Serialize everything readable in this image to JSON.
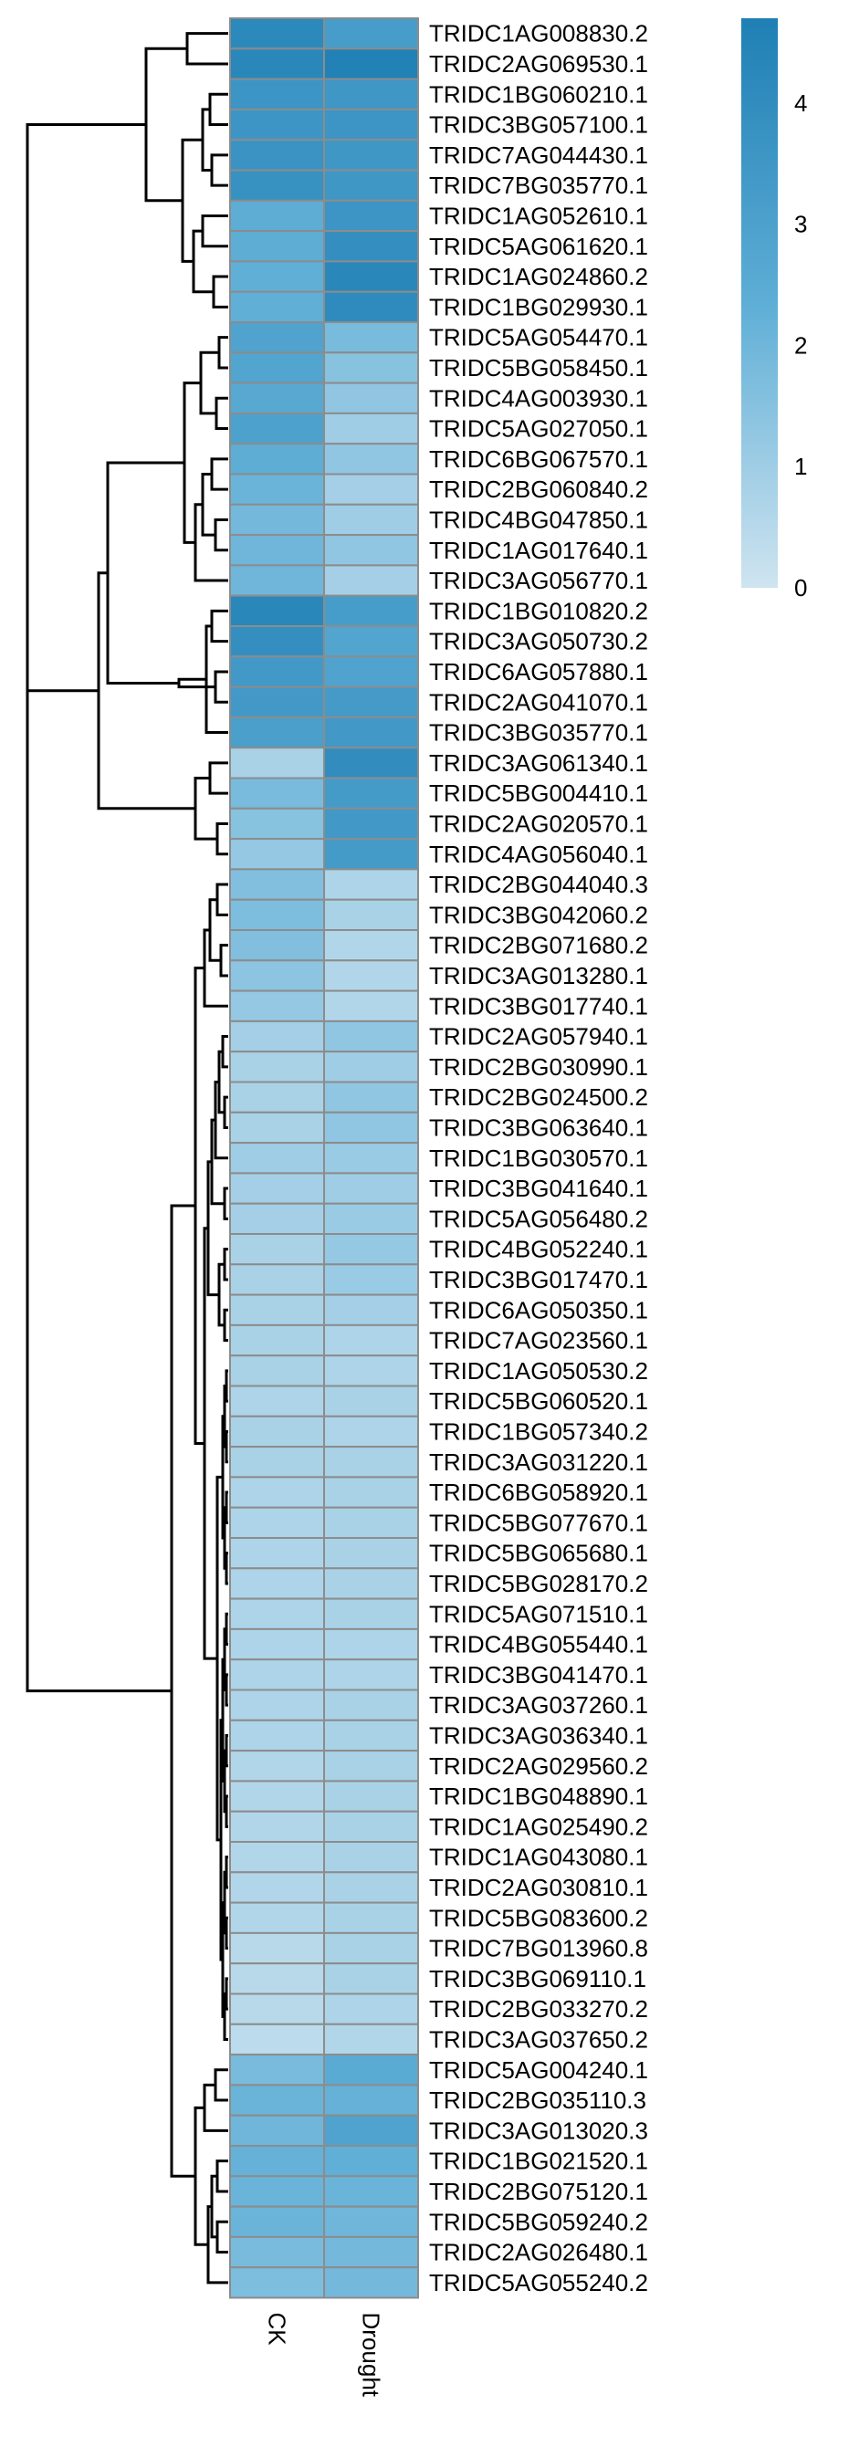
{
  "chart_data": {
    "type": "heatmap",
    "columns": [
      "CK",
      "Drought"
    ],
    "rows": [
      "TRIDC1AG008830.2",
      "TRIDC2AG069530.1",
      "TRIDC1BG060210.1",
      "TRIDC3BG057100.1",
      "TRIDC7AG044430.1",
      "TRIDC7BG035770.1",
      "TRIDC1AG052610.1",
      "TRIDC5AG061620.1",
      "TRIDC1AG024860.2",
      "TRIDC1BG029930.1",
      "TRIDC5AG054470.1",
      "TRIDC5BG058450.1",
      "TRIDC4AG003930.1",
      "TRIDC5AG027050.1",
      "TRIDC6BG067570.1",
      "TRIDC2BG060840.2",
      "TRIDC4BG047850.1",
      "TRIDC1AG017640.1",
      "TRIDC3AG056770.1",
      "TRIDC1BG010820.2",
      "TRIDC3AG050730.2",
      "TRIDC6AG057880.1",
      "TRIDC2AG041070.1",
      "TRIDC3BG035770.1",
      "TRIDC3AG061340.1",
      "TRIDC5BG004410.1",
      "TRIDC2AG020570.1",
      "TRIDC4AG056040.1",
      "TRIDC2BG044040.3",
      "TRIDC3BG042060.2",
      "TRIDC2BG071680.2",
      "TRIDC3AG013280.1",
      "TRIDC3BG017740.1",
      "TRIDC2AG057940.1",
      "TRIDC2BG030990.1",
      "TRIDC2BG024500.2",
      "TRIDC3BG063640.1",
      "TRIDC1BG030570.1",
      "TRIDC3BG041640.1",
      "TRIDC5AG056480.2",
      "TRIDC4BG052240.1",
      "TRIDC3BG017470.1",
      "TRIDC6AG050350.1",
      "TRIDC7AG023560.1",
      "TRIDC1AG050530.2",
      "TRIDC5BG060520.1",
      "TRIDC1BG057340.2",
      "TRIDC3AG031220.1",
      "TRIDC6BG058920.1",
      "TRIDC5BG077670.1",
      "TRIDC5BG065680.1",
      "TRIDC5BG028170.2",
      "TRIDC5AG071510.1",
      "TRIDC4BG055440.1",
      "TRIDC3BG041470.1",
      "TRIDC3AG037260.1",
      "TRIDC3AG036340.1",
      "TRIDC2AG029560.2",
      "TRIDC1BG048890.1",
      "TRIDC1AG025490.2",
      "TRIDC1AG043080.1",
      "TRIDC2AG030810.1",
      "TRIDC5BG083600.2",
      "TRIDC7BG013960.8",
      "TRIDC3BG069110.1",
      "TRIDC2BG033270.2",
      "TRIDC3AG037650.2",
      "TRIDC5AG004240.1",
      "TRIDC2BG035110.3",
      "TRIDC3AG013020.3",
      "TRIDC1BG021520.1",
      "TRIDC2BG075120.1",
      "TRIDC5BG059240.2",
      "TRIDC2AG026480.1",
      "TRIDC5AG055240.2"
    ],
    "values": [
      [
        4.2,
        3.2
      ],
      [
        4.3,
        4.6
      ],
      [
        3.6,
        3.5
      ],
      [
        3.6,
        3.6
      ],
      [
        3.7,
        3.5
      ],
      [
        3.8,
        3.5
      ],
      [
        2.4,
        3.6
      ],
      [
        2.4,
        3.9
      ],
      [
        2.3,
        4.3
      ],
      [
        2.3,
        4.1
      ],
      [
        2.9,
        1.8
      ],
      [
        2.8,
        1.5
      ],
      [
        2.6,
        1.3
      ],
      [
        3.0,
        1.0
      ],
      [
        2.4,
        1.3
      ],
      [
        2.1,
        0.9
      ],
      [
        1.9,
        1.0
      ],
      [
        2.0,
        1.3
      ],
      [
        2.0,
        0.9
      ],
      [
        4.3,
        3.2
      ],
      [
        3.9,
        2.8
      ],
      [
        3.4,
        2.9
      ],
      [
        3.4,
        3.3
      ],
      [
        3.1,
        3.4
      ],
      [
        0.8,
        4.0
      ],
      [
        1.8,
        3.3
      ],
      [
        1.5,
        3.4
      ],
      [
        1.2,
        3.3
      ],
      [
        1.6,
        0.7
      ],
      [
        1.7,
        0.8
      ],
      [
        1.6,
        0.6
      ],
      [
        1.4,
        0.6
      ],
      [
        1.2,
        0.6
      ],
      [
        0.9,
        1.3
      ],
      [
        0.8,
        1.0
      ],
      [
        0.8,
        1.3
      ],
      [
        0.8,
        1.3
      ],
      [
        1.0,
        1.1
      ],
      [
        0.9,
        1.0
      ],
      [
        0.9,
        1.1
      ],
      [
        0.8,
        1.2
      ],
      [
        0.8,
        1.1
      ],
      [
        0.8,
        0.9
      ],
      [
        0.8,
        0.7
      ],
      [
        0.8,
        0.7
      ],
      [
        0.7,
        0.8
      ],
      [
        0.8,
        0.7
      ],
      [
        0.8,
        0.8
      ],
      [
        0.7,
        0.8
      ],
      [
        0.7,
        0.8
      ],
      [
        0.7,
        0.8
      ],
      [
        0.7,
        0.8
      ],
      [
        0.7,
        0.8
      ],
      [
        0.7,
        0.7
      ],
      [
        0.7,
        0.7
      ],
      [
        0.7,
        0.8
      ],
      [
        0.7,
        0.8
      ],
      [
        0.6,
        0.8
      ],
      [
        0.6,
        0.8
      ],
      [
        0.6,
        0.8
      ],
      [
        0.6,
        0.8
      ],
      [
        0.6,
        0.8
      ],
      [
        0.6,
        0.8
      ],
      [
        0.5,
        0.8
      ],
      [
        0.5,
        0.8
      ],
      [
        0.5,
        0.7
      ],
      [
        0.4,
        0.6
      ],
      [
        1.8,
        2.5
      ],
      [
        2.1,
        2.2
      ],
      [
        2.0,
        2.9
      ],
      [
        2.2,
        2.3
      ],
      [
        2.1,
        2.1
      ],
      [
        2.1,
        2.0
      ],
      [
        1.8,
        1.9
      ],
      [
        1.7,
        1.9
      ]
    ],
    "colorscale": {
      "min": 0,
      "max": 4.7,
      "low_color": "#cfe4f0",
      "mid_color": "#5eaed6",
      "high_color": "#1f7fb4"
    },
    "legend": {
      "ticks": [
        0,
        1,
        2,
        3,
        4
      ],
      "placement": "top-right"
    },
    "dendrogram": "rows",
    "title": "",
    "xlabel": "",
    "ylabel": ""
  }
}
